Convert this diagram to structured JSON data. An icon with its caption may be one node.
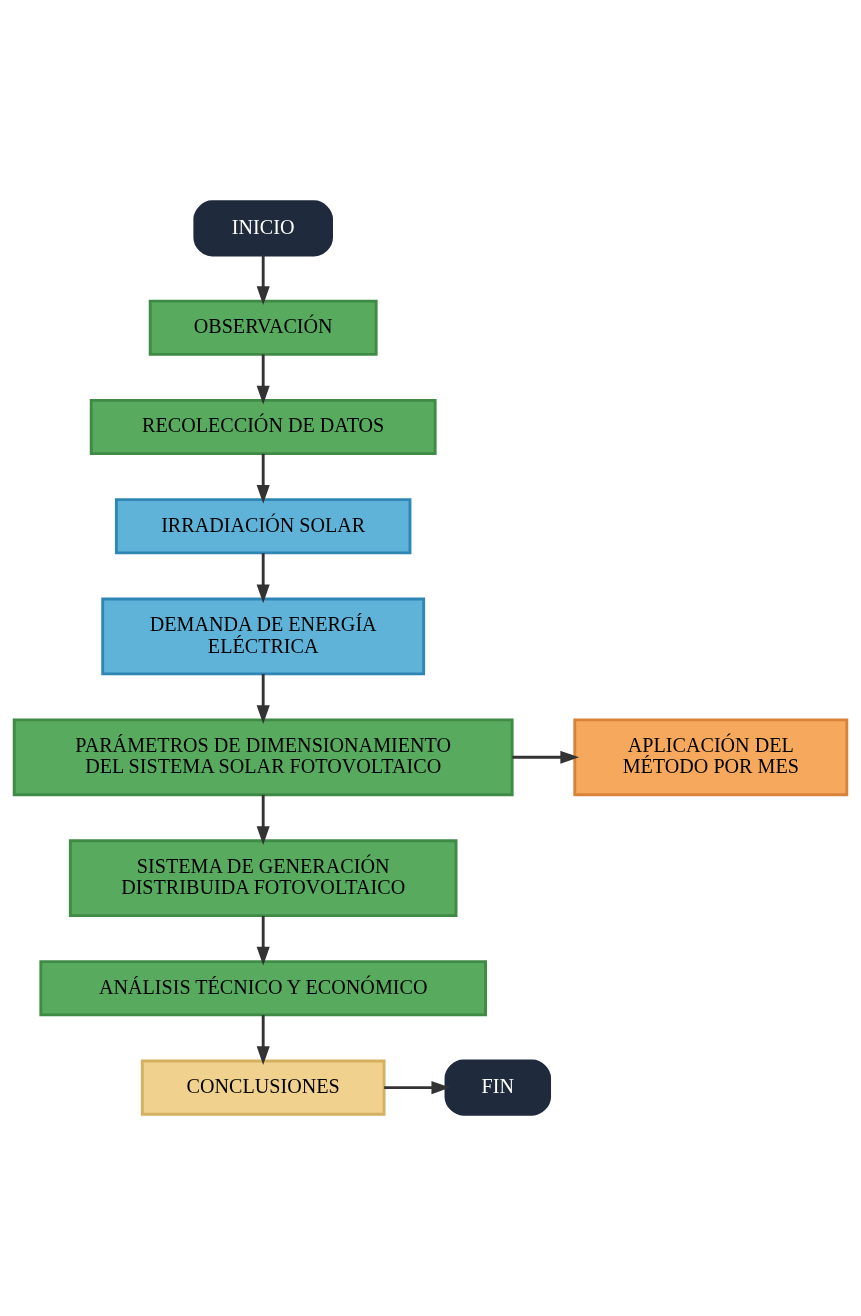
{
  "diagram": {
    "nodes": [
      {
        "text": [
          "INICIO"
        ]
      },
      {
        "text": [
          "OBSERVACIÓN"
        ]
      },
      {
        "text": [
          "RECOLECCIÓN DE DATOS"
        ]
      },
      {
        "text": [
          "IRRADIACIÓN SOLAR"
        ]
      },
      {
        "text": [
          "DEMANDA DE ENERGÍA ELÉCTRICA"
        ]
      },
      {
        "text": [
          "PARÁMETROS DE DIMENSIONAMIENTO DEL SISTEMA SOLAR FOTOVOLTAICO"
        ]
      },
      {
        "text": [
          "APLICACIÓN DEL MÉTODO POR MES"
        ]
      },
      {
        "text": [
          "SISTEMA DE GENERACIÓN DISTRIBUIDA FOTOVOLTAICO"
        ]
      },
      {
        "text": [
          "ANÁLISIS TÉCNICO Y ECONÓMICO"
        ]
      },
      {
        "text": [
          "CONCLUSIONES"
        ]
      },
      {
        "text": [
          "FIN"
        ]
      }
    ],
    "edges": [
      {
        "from": 0,
        "to": 1,
        "arrow": "to"
      },
      {
        "from": 1,
        "to": 2,
        "arrow": "to"
      },
      {
        "from": 2,
        "to": 3,
        "arrow": "to"
      },
      {
        "from": 3,
        "to": 4,
        "arrow": "to"
      },
      {
        "from": 4,
        "to": 5,
        "arrow": "to"
      },
      {
        "from": 5,
        "to": 6,
        "arrow": "to"
      },
      {
        "from": 5,
        "to": 7,
        "arrow": "to"
      },
      {
        "from": 7,
        "to": 8,
        "arrow": "to"
      },
      {
        "from": 8,
        "to": 9,
        "arrow": "to"
      },
      {
        "from": 9,
        "to": 10,
        "arrow": "to"
      }
    ]
  }
}
